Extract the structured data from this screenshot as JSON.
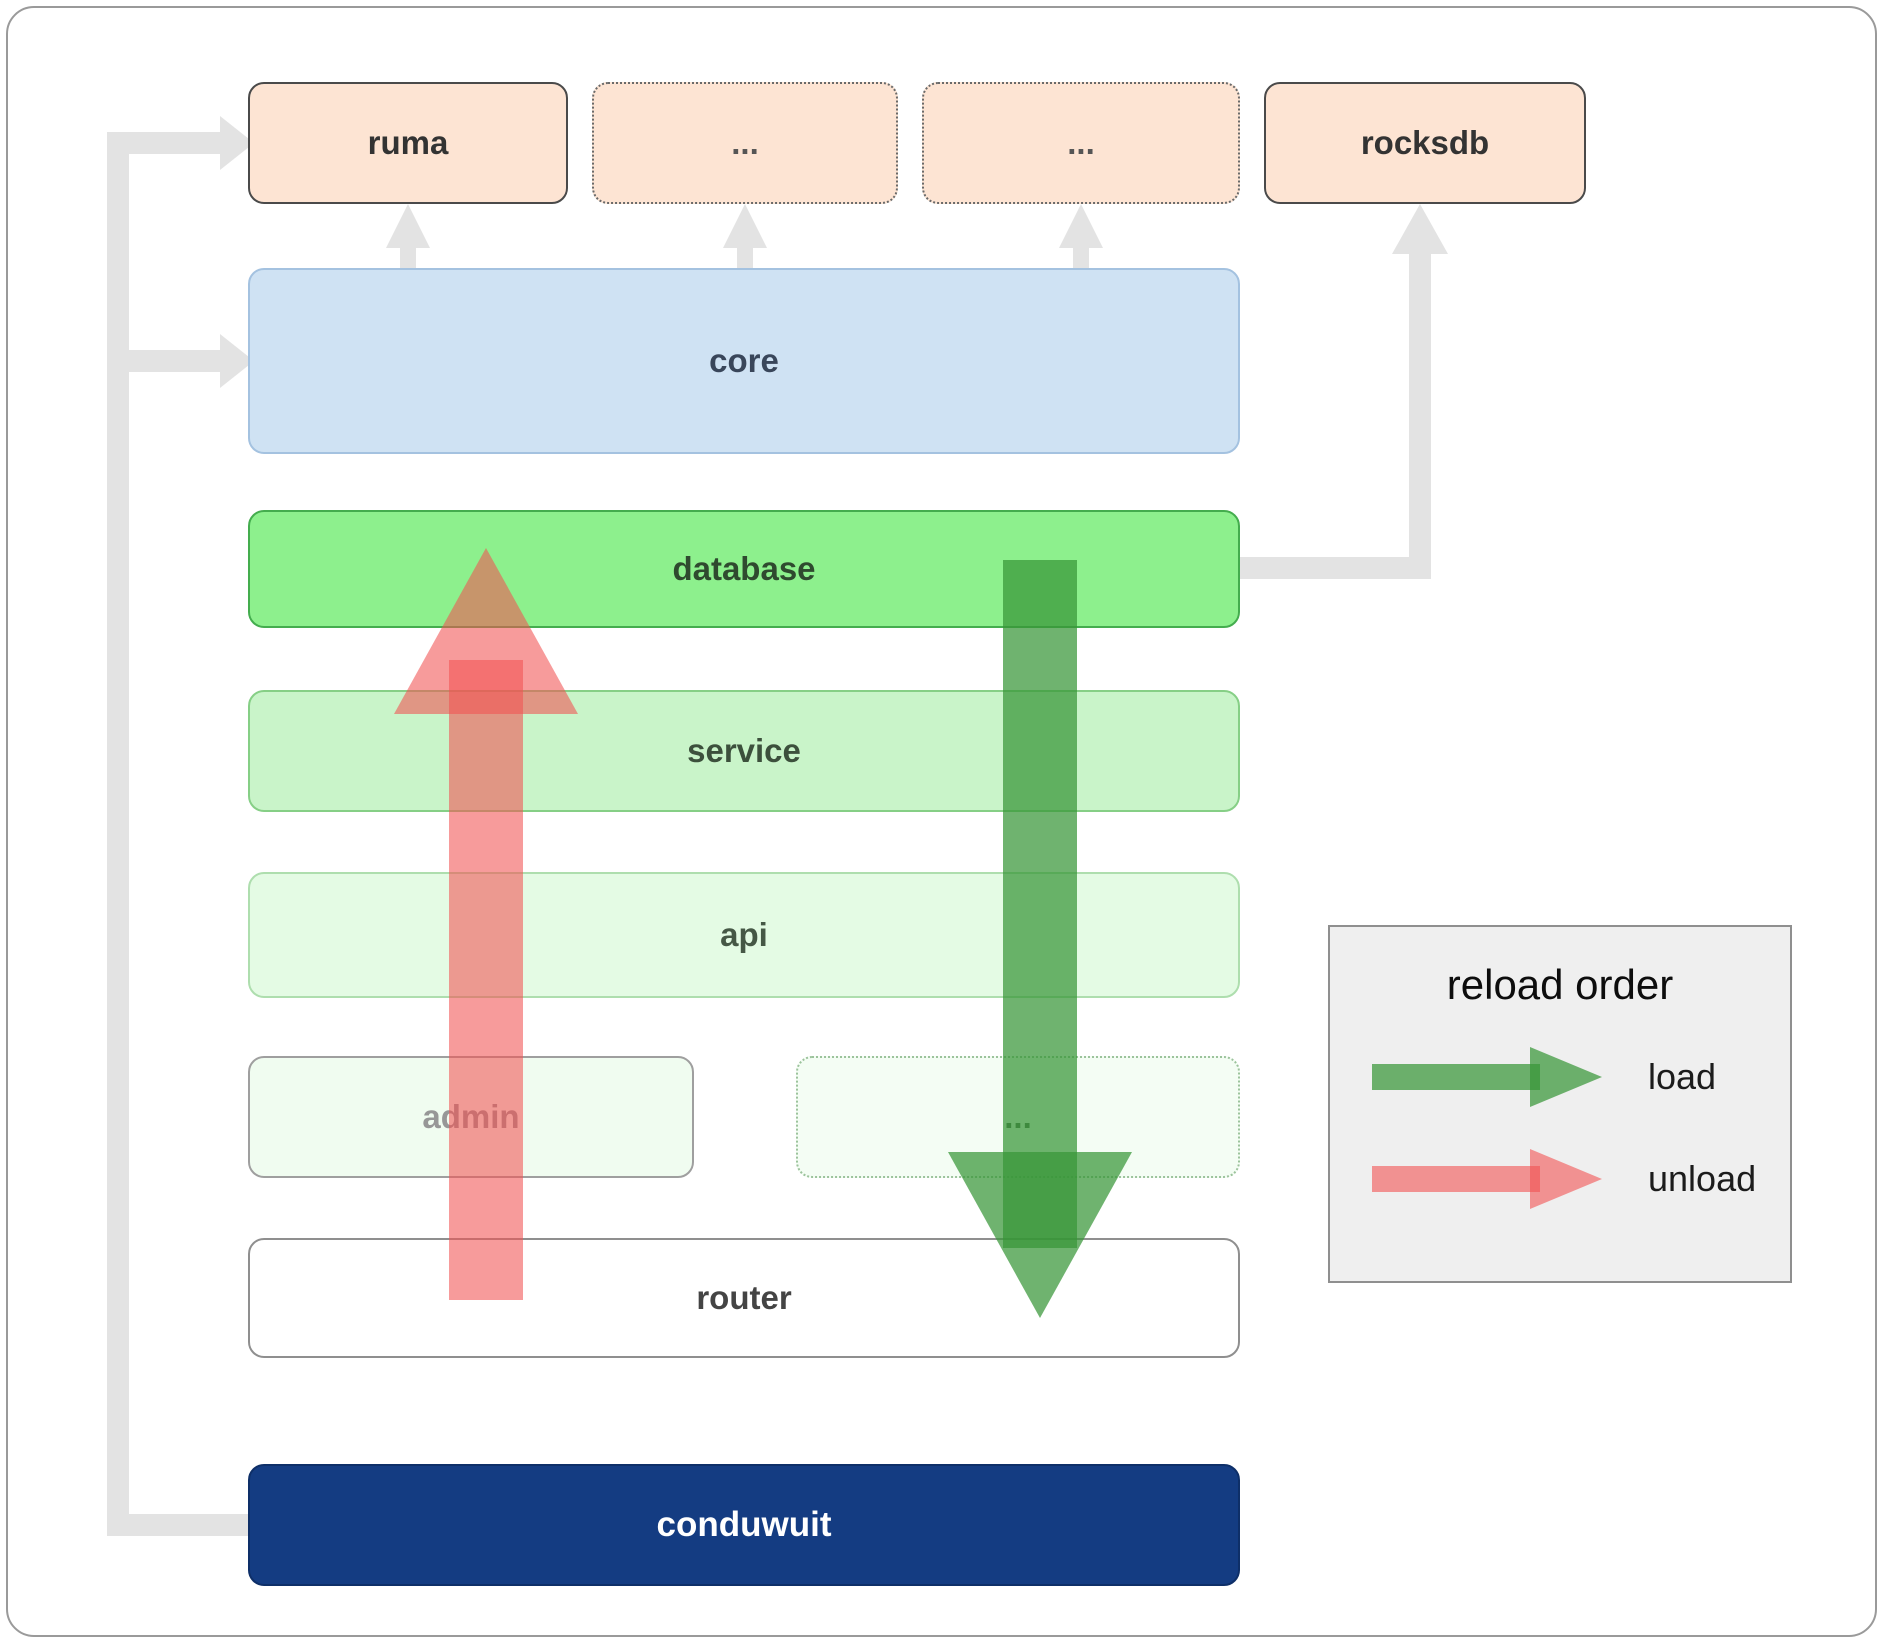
{
  "boxes": {
    "ruma": "ruma",
    "dots_top_1": "...",
    "dots_top_2": "...",
    "rocksdb": "rocksdb",
    "core": "core",
    "database": "database",
    "service": "service",
    "api": "api",
    "admin": "admin",
    "dots_mid": "...",
    "router": "router",
    "conduwuit": "conduwuit"
  },
  "legend": {
    "title": "reload order",
    "load_label": "load",
    "unload_label": "unload"
  },
  "edges": [
    {
      "from": "conduwuit",
      "to": "ruma",
      "type": "dependency"
    },
    {
      "from": "conduwuit",
      "to": "core",
      "type": "dependency"
    },
    {
      "from": "core",
      "to": "ruma",
      "type": "dependency"
    },
    {
      "from": "core",
      "to": "...",
      "type": "dependency"
    },
    {
      "from": "core",
      "to": "...",
      "type": "dependency"
    },
    {
      "from": "database",
      "to": "rocksdb",
      "type": "dependency"
    },
    {
      "from": "database",
      "to": "router",
      "type": "load",
      "direction": "down"
    },
    {
      "from": "router",
      "to": "database",
      "type": "unload",
      "direction": "up"
    }
  ],
  "colors": {
    "peach_box": "#fde4d3",
    "core_box": "#cfe2f3",
    "database_box": "#8df08d",
    "service_box": "#c9f4c9",
    "api_box": "#e4fbe4",
    "admin_box": "#f0fcf0",
    "router_box": "#ffffff",
    "conduwuit_box": "#143c82",
    "load_arrow_green": "#389638",
    "unload_arrow_red": "#f25252",
    "dependency_arrow_gray": "#e3e3e3"
  }
}
